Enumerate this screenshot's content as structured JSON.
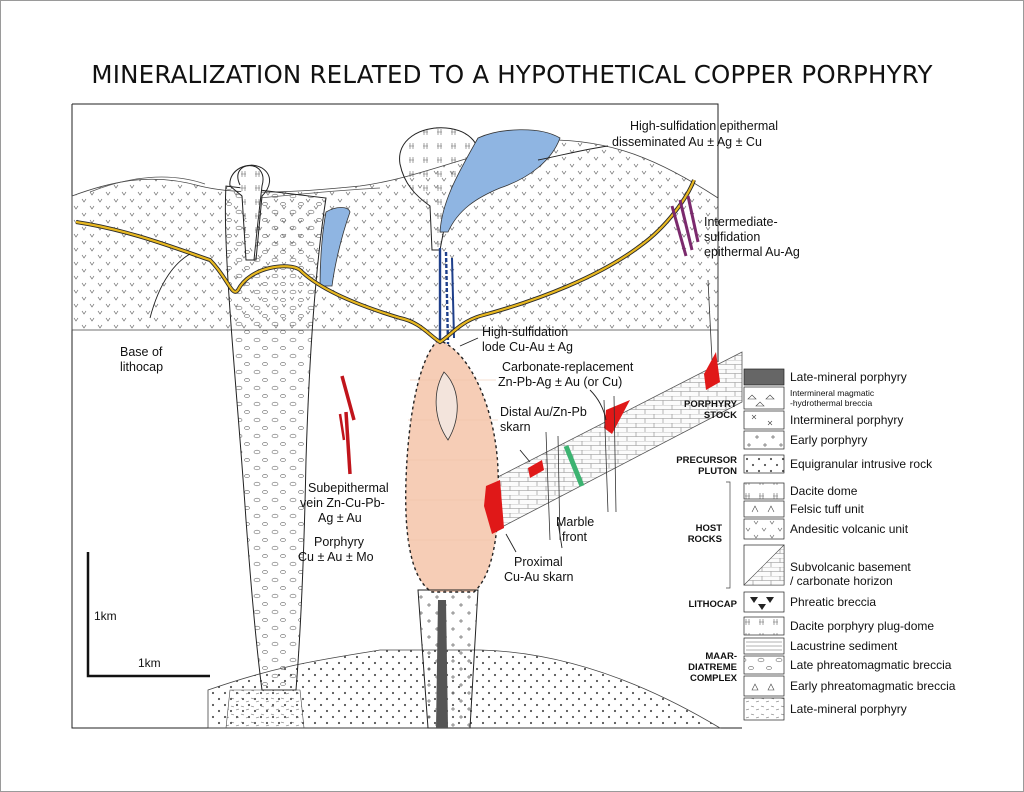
{
  "title": "MINERALIZATION RELATED TO A HYPOTHETICAL COPPER PORPHYRY",
  "labels": {
    "hs_epithermal": [
      "High-sulfidation epithermal",
      "disseminated Au ± Ag ± Cu"
    ],
    "is_epithermal": [
      "Intermediate-",
      "sulfidation",
      "epithermal Au-Ag"
    ],
    "base_lithocap": [
      "Base of",
      "lithocap"
    ],
    "hs_lode": [
      "High-sulfidation",
      "lode Cu-Au ± Ag"
    ],
    "carbonate_replacement": [
      "Carbonate-replacement",
      "Zn-Pb-Ag ± Au (or Cu)"
    ],
    "distal_skarn": [
      "Distal Au/Zn-Pb",
      "skarn"
    ],
    "subepithermal_vein": [
      "Subepithermal",
      "vein Zn-Cu-Pb-",
      "Ag ± Au"
    ],
    "porphyry": [
      "Porphyry",
      "Cu ± Au ± Mo"
    ],
    "marble_front": [
      "Marble",
      "front"
    ],
    "proximal_skarn": [
      "Proximal",
      "Cu-Au skarn"
    ]
  },
  "scale": {
    "vertical": "1km",
    "horizontal": "1km"
  },
  "legend": {
    "groups": {
      "porphyry_stock": [
        "PORPHYRY",
        "STOCK"
      ],
      "precursor_pluton": [
        "PRECURSOR",
        "PLUTON"
      ],
      "host_rocks": [
        "HOST",
        "ROCKS"
      ],
      "lithocap": [
        "LITHOCAP"
      ],
      "maar_diatreme": [
        "MAAR-",
        "DIATREME",
        "COMPLEX"
      ]
    },
    "items": {
      "late_mineral_porphyry": "Late-mineral porphyry",
      "intermineral_breccia": [
        "Intermineral magmatic",
        "-hydrothermal breccia"
      ],
      "intermineral_porphyry": "Intermineral porphyry",
      "early_porphyry": "Early porphyry",
      "equigranular": "Equigranular intrusive rock",
      "dacite_dome": "Dacite dome",
      "felsic_tuff": "Felsic tuff unit",
      "andesitic": "Andesitic volcanic unit",
      "subvolcanic": [
        "Subvolcanic basement",
        "/ carbonate horizon"
      ],
      "phreatic_breccia": "Phreatic breccia",
      "dacite_plug_dome": "Dacite porphyry plug-dome",
      "lacustrine": "Lacustrine sediment",
      "late_phreatomagmatic": "Late phreatomagmatic breccia",
      "early_phreatomagmatic": "Early phreatomagmatic breccia",
      "late_mineral_porphyry_2": "Late-mineral porphyry"
    }
  },
  "colors": {
    "lithocap_base_line": "#e8b820",
    "advanced_argillic": "#8fb5e2",
    "porphyry_shell": "#f6cdb6",
    "skarn": "#e01818",
    "intermediate_veins": "#7b2a6d",
    "marble_front": "#3cb371",
    "lode": "#1e3f8a"
  }
}
